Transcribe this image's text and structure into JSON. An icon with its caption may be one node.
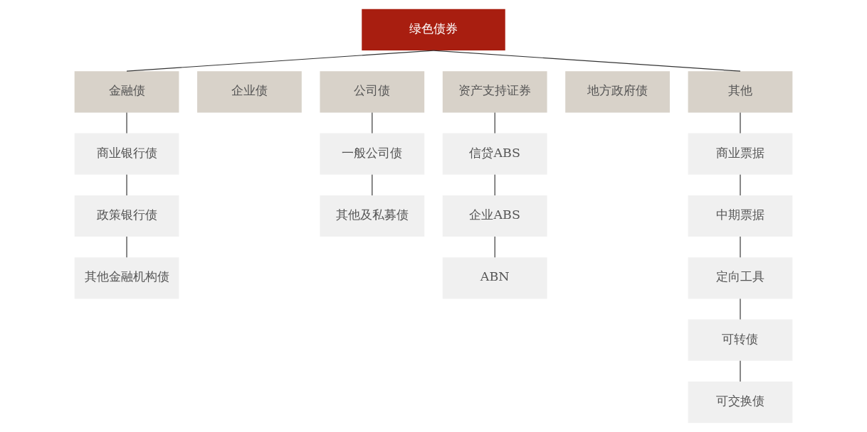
{
  "diagram": {
    "nodes": [
      {
        "text": [
          "绿色债券"
        ]
      },
      {
        "text": [
          "金融债"
        ]
      },
      {
        "text": [
          "企业债"
        ]
      },
      {
        "text": [
          "公司债"
        ]
      },
      {
        "text": [
          "资产支持证券"
        ]
      },
      {
        "text": [
          "地方政府债"
        ]
      },
      {
        "text": [
          "其他"
        ]
      },
      {
        "text": [
          "商业银行债"
        ]
      },
      {
        "text": [
          "一般公司债"
        ]
      },
      {
        "text": [
          "信贷ABS"
        ]
      },
      {
        "text": [
          "商业票据"
        ]
      },
      {
        "text": [
          "政策银行债"
        ]
      },
      {
        "text": [
          "其他及私募债"
        ]
      },
      {
        "text": [
          "企业ABS"
        ]
      },
      {
        "text": [
          "中期票据"
        ]
      },
      {
        "text": [
          "其他金融机构债"
        ]
      },
      {
        "text": [
          "ABN"
        ]
      },
      {
        "text": [
          "定向工具"
        ]
      },
      {
        "text": [
          "可转债"
        ]
      },
      {
        "text": [
          "可交换债"
        ]
      }
    ],
    "edges": [
      {
        "from": 0,
        "to": 1,
        "arrow": "none"
      },
      {
        "from": 0,
        "to": 6,
        "arrow": "none"
      },
      {
        "from": 1,
        "to": 7,
        "arrow": "none"
      },
      {
        "from": 7,
        "to": 11,
        "arrow": "none"
      },
      {
        "from": 11,
        "to": 15,
        "arrow": "none"
      },
      {
        "from": 3,
        "to": 8,
        "arrow": "none"
      },
      {
        "from": 8,
        "to": 12,
        "arrow": "none"
      },
      {
        "from": 4,
        "to": 9,
        "arrow": "none"
      },
      {
        "from": 9,
        "to": 13,
        "arrow": "none"
      },
      {
        "from": 13,
        "to": 16,
        "arrow": "none"
      },
      {
        "from": 6,
        "to": 10,
        "arrow": "none"
      },
      {
        "from": 10,
        "to": 14,
        "arrow": "none"
      },
      {
        "from": 14,
        "to": 17,
        "arrow": "none"
      },
      {
        "from": 17,
        "to": 18,
        "arrow": "none"
      },
      {
        "from": 18,
        "to": 19,
        "arrow": "none"
      }
    ]
  }
}
